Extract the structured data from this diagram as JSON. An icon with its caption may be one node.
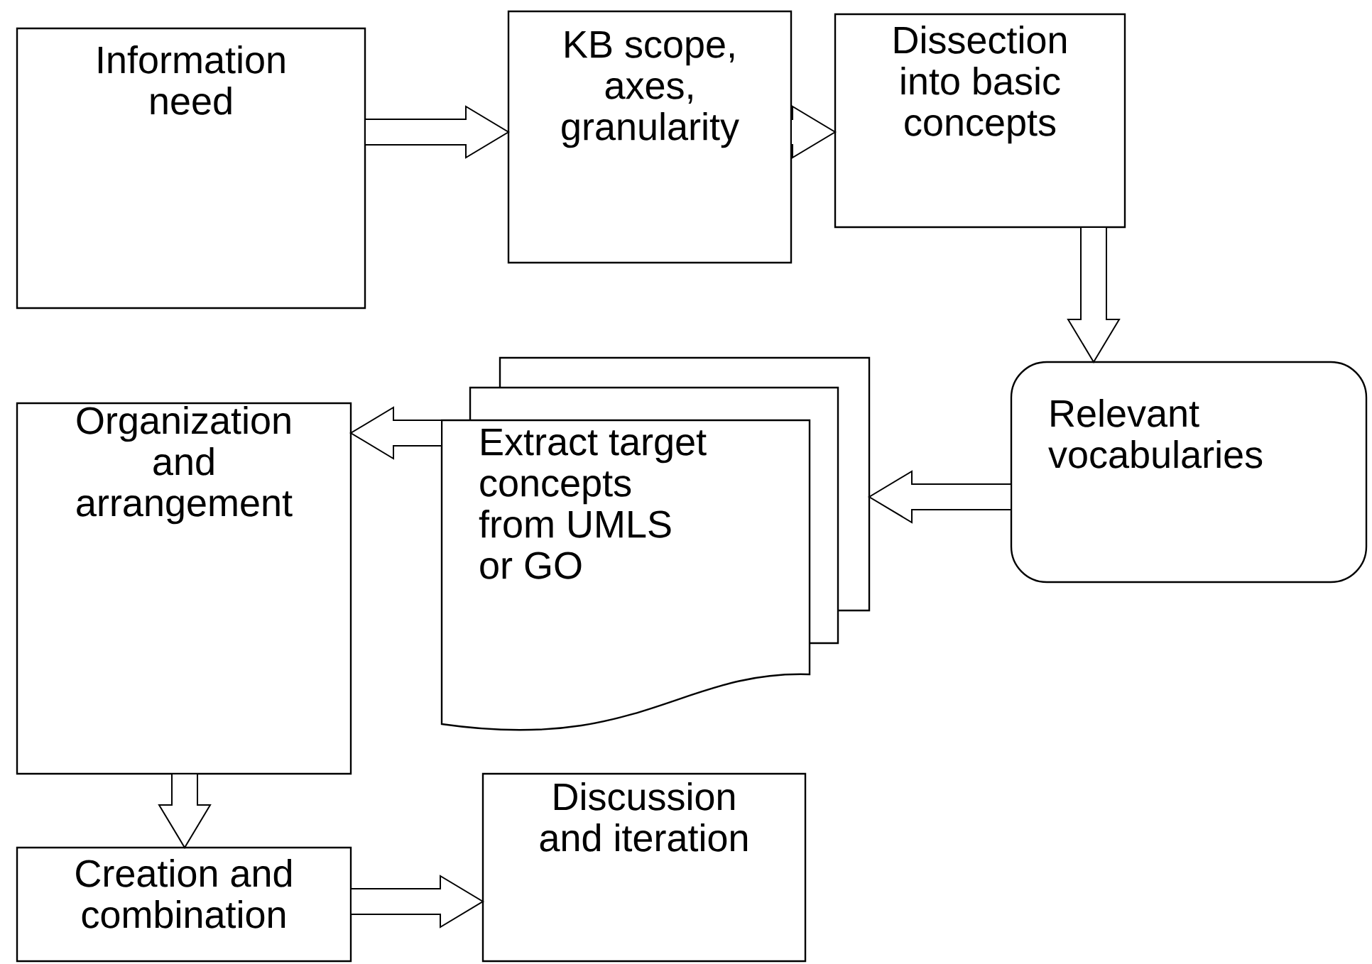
{
  "diagram": {
    "nodes": [
      {
        "text": [
          "Information need"
        ]
      },
      {
        "text": [
          "KB scope, axes, granularity"
        ]
      },
      {
        "text": [
          "Dissection into basic concepts"
        ]
      },
      {
        "text": [
          "Relevant vocabularies"
        ]
      },
      {
        "text": [
          "Extract target concepts from UMLS or GO"
        ]
      },
      {
        "text": [
          "Organization and arrangement"
        ]
      },
      {
        "text": [
          "Creation and combination"
        ]
      },
      {
        "text": [
          "Discussion and iteration"
        ]
      }
    ],
    "edges": [
      {
        "from": 0,
        "to": 1,
        "arrow": "to"
      },
      {
        "from": 1,
        "to": 2,
        "arrow": "to"
      },
      {
        "from": 2,
        "to": 3,
        "arrow": "to"
      },
      {
        "from": 3,
        "to": 4,
        "arrow": "to"
      },
      {
        "from": 4,
        "to": 5,
        "arrow": "to"
      },
      {
        "from": 5,
        "to": 6,
        "arrow": "to"
      },
      {
        "from": 6,
        "to": 7,
        "arrow": "to"
      }
    ]
  }
}
